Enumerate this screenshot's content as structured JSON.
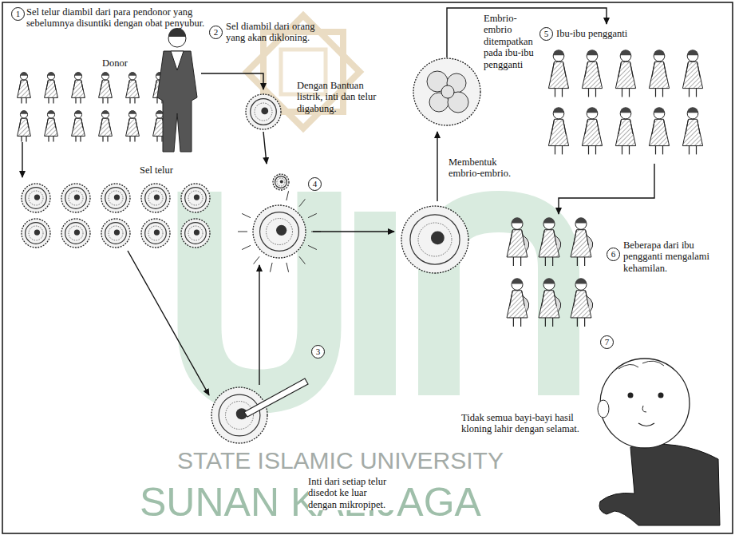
{
  "diagram": {
    "labels": [
      "1",
      "Sel telur diambil dari para pendonor yang sebelumnya disuntiki dengan obat penyubur.",
      "Donor",
      "Sel telur",
      "2",
      "Sel diambil dari orang yang akan dikloning.",
      "Dengan Bantuan listrik, inti dan telur digabung.",
      "Embrio-embrio ditempatkan pada ibu-ibu pengganti",
      "5",
      "Ibu-ibu pengganti",
      "Membentuk embrio-embrio.",
      "4",
      "6",
      "Beberapa dari ibu pengganti mengalami kehamilan.",
      "7",
      "Tidak semua bayi-bayi hasil kloning lahir dengan selamat.",
      "3",
      "Inti dari setiap telur disedot ke luar dengan mikropipet.",
      "STATE ISLAMIC UNIVERSITY",
      "SUNAN KALIJAGA"
    ]
  }
}
